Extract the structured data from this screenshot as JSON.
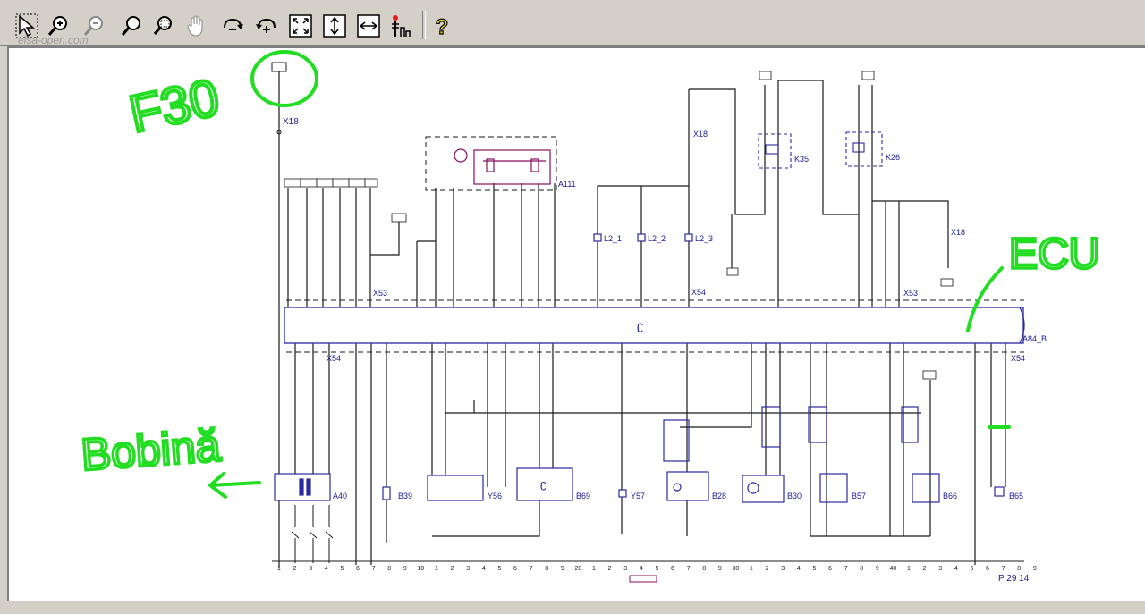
{
  "toolbar": {
    "buttons": [
      {
        "name": "select-pointer-button",
        "icon": "arrow-pointer-icon"
      },
      {
        "name": "zoom-in-button",
        "icon": "zoom-in-icon"
      },
      {
        "name": "zoom-out-button",
        "icon": "zoom-out-icon"
      },
      {
        "name": "zoom-button",
        "icon": "magnifier-icon"
      },
      {
        "name": "zoom-area-button",
        "icon": "zoom-area-icon"
      },
      {
        "name": "pan-button",
        "icon": "hand-icon"
      },
      {
        "name": "rotate-right-button",
        "icon": "rotate-right-icon"
      },
      {
        "name": "rotate-left-button",
        "icon": "rotate-left-icon"
      },
      {
        "name": "fit-page-button",
        "icon": "fit-page-icon"
      },
      {
        "name": "fit-height-button",
        "icon": "fit-height-icon"
      },
      {
        "name": "fit-width-button",
        "icon": "fit-width-icon"
      },
      {
        "name": "highlight-button",
        "icon": "antenna-icon"
      },
      {
        "name": "help-button",
        "icon": "question-mark-icon"
      }
    ],
    "watermark": "elsa-open.com"
  },
  "diagram": {
    "fuse_label": "F30",
    "connector_x18": "X18",
    "connector_x53": "X53",
    "connector_x54": "X54",
    "connector_x18b": "X18",
    "ecu_label": "A84_B",
    "ecu_center_mark": "ʗ",
    "module_a111": "A111",
    "relay_k35": "K35",
    "relay_k26": "K26",
    "coil_l2_1": "L2_1",
    "coil_l2_2": "L2_2",
    "coil_l2_3": "L2_3",
    "ignition_a40": "A40",
    "sensor_b39": "B39",
    "valve_y56": "Y56",
    "box_b69": "B69",
    "valve_y57": "Y57",
    "sensor_b28": "B28",
    "sensor_b30": "B30",
    "sensor_b57": "B57",
    "sensor_b66": "B66",
    "sensor_b65": "B65",
    "page_number": "P 29 14",
    "ruler_numbers": [
      "1",
      "2",
      "3",
      "4",
      "5",
      "6",
      "7",
      "8",
      "9",
      "10",
      "1",
      "2",
      "3",
      "4",
      "5",
      "6",
      "7",
      "8",
      "9",
      "20",
      "1",
      "2",
      "3",
      "4",
      "5",
      "6",
      "7",
      "8",
      "9",
      "30",
      "1",
      "2",
      "3",
      "4",
      "5",
      "6",
      "7",
      "8",
      "9",
      "40",
      "1",
      "2",
      "3",
      "4",
      "5",
      "6",
      "7",
      "8",
      "9"
    ]
  },
  "annotations": {
    "fuse_note": "F30",
    "ecu_note": "ECU",
    "coil_note": "Bobină"
  },
  "colors": {
    "wire": "#1a1a1a",
    "label": "#1a1a99",
    "component": "#2a2aa0",
    "module": "#8a1060",
    "handwriting": "#22dd22"
  }
}
